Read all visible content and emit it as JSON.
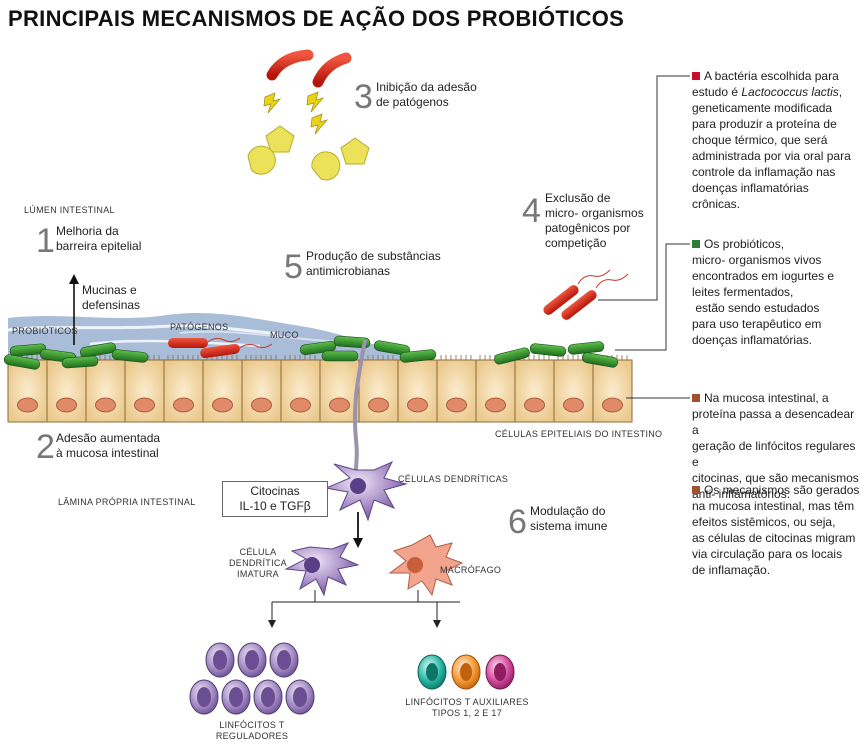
{
  "title": "PRINCIPAIS MECANISMOS DE AÇÃO DOS PROBIÓTICOS",
  "labels": {
    "lumen": "LÚMEN INTESTINAL",
    "probioticos": "PROBIÓTICOS",
    "patogenos": "PATÓGENOS",
    "muco": "MUCO",
    "celulas_epiteliais": "CÉLULAS EPITELIAIS DO INTESTINO",
    "lamina_propria": "LÂMINA PRÓPRIA INTESTINAL",
    "celulas_dendriticas": "CÉLULAS DENDRÍTICAS",
    "celula_dendritica_imatura": [
      "CÉLULA",
      "DENDRÍTICA",
      "IMATURA"
    ],
    "macrofago": "MACRÓFAGO",
    "linfocitos_t_reguladores": [
      "LINFÓCITOS T",
      "REGULADORES"
    ],
    "linfocitos_t_auxiliares": [
      "LINFÓCITOS T AUXILIARES",
      "TIPOS 1, 2 E 17"
    ],
    "mucinas": [
      "Mucinas e",
      "defensinas"
    ],
    "citocinas": [
      "Citocinas",
      "IL-10 e TGFβ"
    ]
  },
  "mechanisms": [
    {
      "number": "1",
      "text": [
        "Melhoria da",
        "barreira epitelial"
      ]
    },
    {
      "number": "2",
      "text": [
        "Adesão aumentada",
        "à mucosa intestinal"
      ]
    },
    {
      "number": "3",
      "text": [
        "Inibição da adesão",
        "de patógenos"
      ]
    },
    {
      "number": "4",
      "text": [
        "Exclusão de",
        "micro- organismos",
        "patogênicos por",
        "competição"
      ]
    },
    {
      "number": "5",
      "text": [
        "Produção de substâncias",
        "antimicrobianas"
      ]
    },
    {
      "number": "6",
      "text": [
        "Modulação do",
        "sistema imune"
      ]
    }
  ],
  "side_notes": [
    {
      "color": "#c8102e",
      "lines": [
        "A bactéria escolhida para",
        "estudo é Lactococcus lactis,",
        "geneticamente modificada",
        "para produzir a proteína de",
        "choque térmico, que será",
        "administrada por via oral para",
        "controle da inflamação nas",
        "doenças inflamatórias crônicas."
      ]
    },
    {
      "color": "#2e7d32",
      "lines": [
        "Os probióticos,",
        "micro- organismos vivos",
        "encontrados em iogurtes e",
        "leites fermentados,",
        " estão sendo estudados",
        "para uso terapêutico em",
        "doenças inflamatórias."
      ]
    },
    {
      "color": "#a0522d",
      "lines": [
        "Na mucosa intestinal, a",
        "proteína passa a desencadear a",
        "geração de linfócitos regulares e",
        "citocinas, que são mecanismos",
        "anti- inflamatórios."
      ]
    },
    {
      "color": "#a0522d",
      "lines": [
        "Os mecanismos são gerados",
        "na mucosa intestinal, mas têm",
        "efeitos sistêmicos, ou seja,",
        "as células de citocinas migram",
        "via circulação para os locais",
        "de inflamação."
      ]
    }
  ],
  "colors": {
    "probiotic": "#2e8b2e",
    "pathogen": "#d22b1a",
    "epithelium": "#f3d9a8",
    "nucleus": "#e08a6a",
    "mucus": "#a9bcd8",
    "treg": "#7a5fa0",
    "th1": "#1aa392",
    "th2": "#f08a24",
    "th17": "#c2338a"
  },
  "icons": [
    "pathogen-bacteria-icon",
    "lightning-icon",
    "pentagon-icon",
    "pacman-icon",
    "dendritic-cell-icon",
    "macrophage-icon",
    "lymphocyte-icon"
  ]
}
